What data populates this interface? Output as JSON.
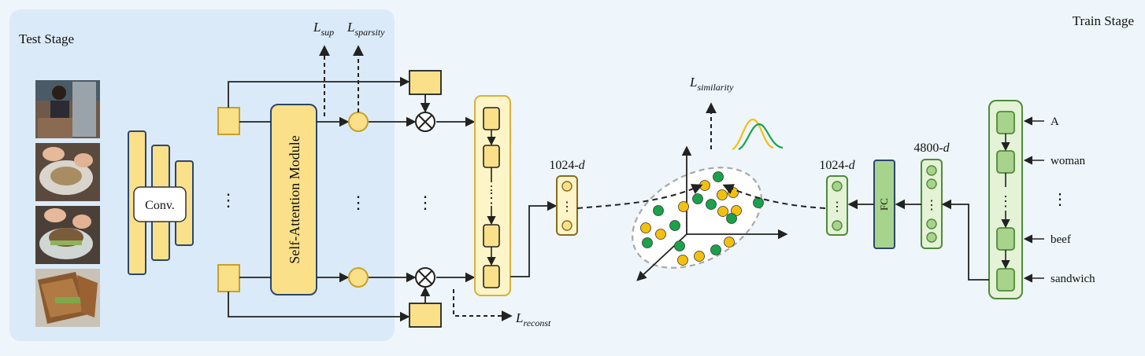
{
  "stage_labels": {
    "test": "Test Stage",
    "train": "Train Stage"
  },
  "modules": {
    "conv": "Conv.",
    "attention": "Self-Attention Module",
    "fc": "FC"
  },
  "losses": {
    "sup": {
      "base": "L",
      "sub": "sup"
    },
    "sparsity": {
      "base": "L",
      "sub": "sparsity"
    },
    "similarity": {
      "base": "L",
      "sub": "similarity"
    },
    "reconst": {
      "base": "L",
      "sub": "reconst"
    }
  },
  "dims": {
    "video_embed": {
      "num": "1024-",
      "unit": "d"
    },
    "text_embed": {
      "num": "1024-",
      "unit": "d"
    },
    "sentence": {
      "num": "4800-",
      "unit": "d"
    }
  },
  "words": [
    "A",
    "woman",
    "beef",
    "sandwich"
  ],
  "ellipsis_v": "⋮",
  "photos": [
    {
      "name": "frame-woman-kitchen"
    },
    {
      "name": "frame-hands-on-plate"
    },
    {
      "name": "frame-sandwich-on-plate"
    },
    {
      "name": "frame-sandwich-closeup"
    }
  ],
  "colors": {
    "yellow_fill": "#fbe08a",
    "yellow_stroke": "#c8a02c",
    "green_fill": "#a8d38c",
    "green_stroke": "#4f8a3a",
    "green_dot": "#1aa24a",
    "yellow_dot": "#f4c00e",
    "test_bg": "#dbeaf8",
    "line": "#222222",
    "conv_stroke": "#2a4670"
  }
}
